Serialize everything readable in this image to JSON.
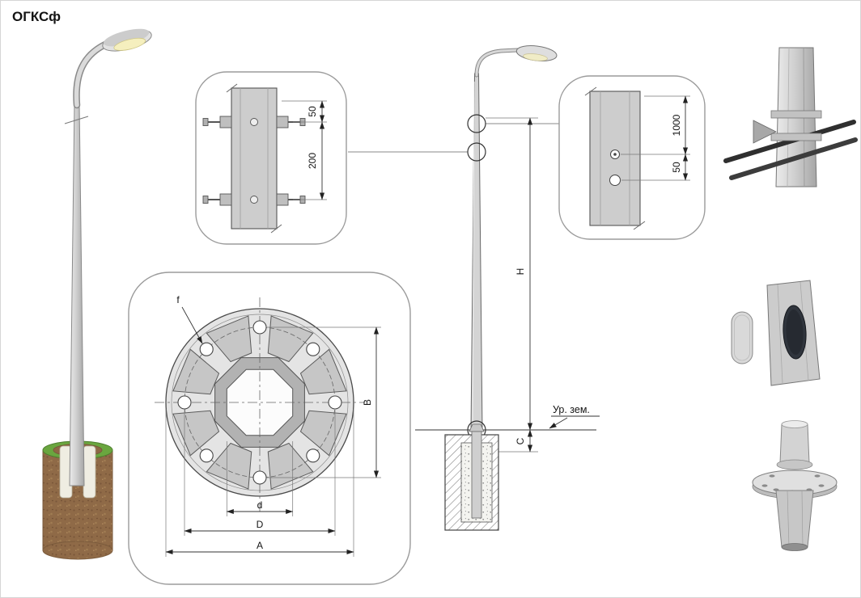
{
  "title": "ОГКСф",
  "callout_clamp": {
    "dim_offset": "50",
    "dim_spacing": "200"
  },
  "callout_flange": {
    "dim_f": "f",
    "dim_B": "B",
    "dim_d": "d",
    "dim_D": "D",
    "dim_A": "A"
  },
  "elevation": {
    "dim_H": "H",
    "dim_C": "C",
    "ground_label": "Ур. зем."
  },
  "callout_holes": {
    "dim_1000": "1000",
    "dim_50": "50"
  }
}
